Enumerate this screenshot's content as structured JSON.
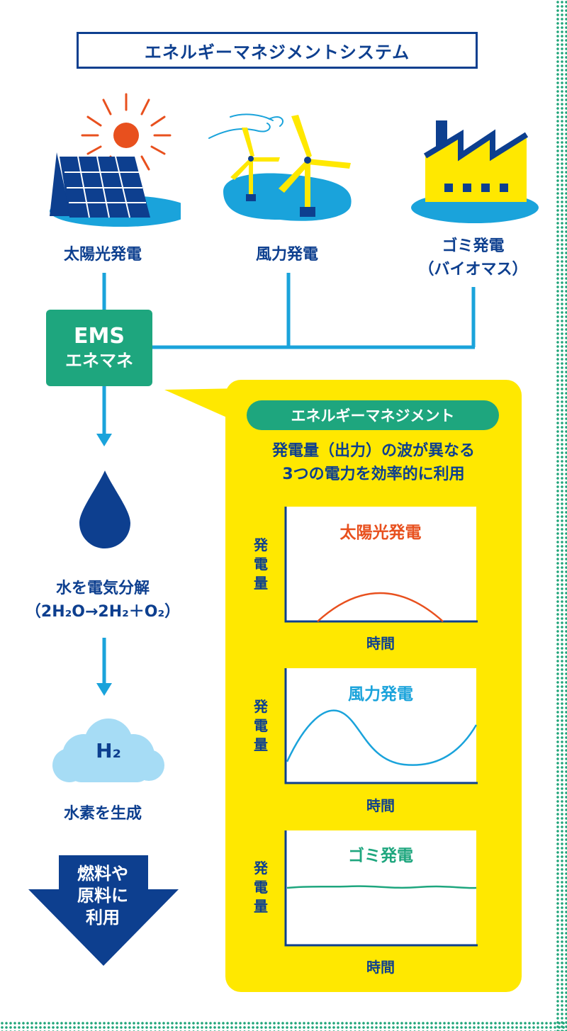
{
  "title": "エネルギーマネジメントシステム",
  "sources": {
    "solar": "太陽光発電",
    "wind": "風力発電",
    "waste_line1": "ゴミ発電",
    "waste_line2": "（バイオマス）"
  },
  "ems": {
    "line1": "EMS",
    "line2": "エネマネ"
  },
  "steps": {
    "electrolysis_line1": "水を電気分解",
    "electrolysis_line2": "（2H₂O→2H₂＋O₂）",
    "h2_label": "H₂",
    "hydrogen": "水素を生成",
    "use_line1": "燃料や",
    "use_line2": "原料に",
    "use_line3": "利用"
  },
  "panel": {
    "header": "エネルギーマネジメント",
    "desc_line1": "発電量（出力）の波が異なる",
    "desc_line2": "3つの電力を効率的に利用"
  },
  "charts": [
    {
      "title": "太陽光発電",
      "ylabel": "発電量",
      "xlabel": "時間",
      "color": "#e8501e"
    },
    {
      "title": "風力発電",
      "ylabel": "発電量",
      "xlabel": "時間",
      "color": "#1aa3db"
    },
    {
      "title": "ゴミ発電",
      "ylabel": "発電量",
      "xlabel": "時間",
      "color": "#1ea67e"
    }
  ],
  "colors": {
    "navy": "#0d3f8f",
    "green": "#1ea67e",
    "cyan": "#1aa3db",
    "yellow": "#ffe800",
    "orange": "#e8501e",
    "light_blue": "#a6dcf5"
  }
}
